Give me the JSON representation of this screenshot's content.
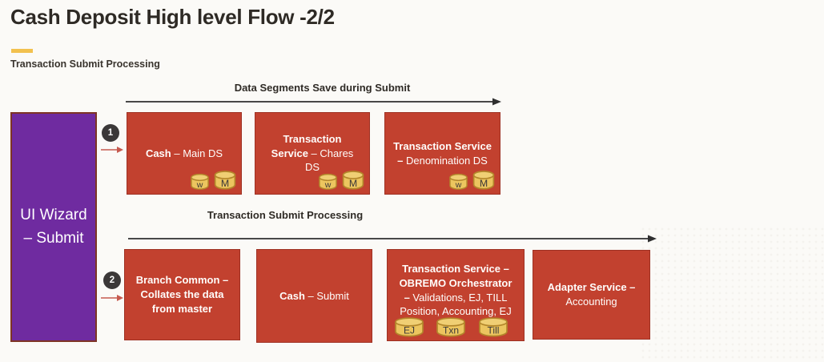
{
  "header": {
    "title": "Cash Deposit High level Flow -2/2",
    "subtitle": "Transaction Submit Processing"
  },
  "sidebar": {
    "ui_wizard_label": "UI Wizard – Submit"
  },
  "flow1": {
    "step_number": "1",
    "header": "Data Segments Save during Submit",
    "boxes": [
      {
        "title": "Cash",
        "rest": " – Main DS",
        "cylinders": [
          "w",
          "M"
        ]
      },
      {
        "title": "Transaction Service",
        "rest": " – Chares DS",
        "cylinders": [
          "w",
          "M"
        ]
      },
      {
        "title": "Transaction Service –",
        "rest": " Denomination  DS",
        "cylinders": [
          "w",
          "M"
        ]
      }
    ]
  },
  "flow2": {
    "step_number": "2",
    "header": "Transaction Submit Processing",
    "boxes": [
      {
        "title": "Branch Common – Collates the data from master",
        "rest": "",
        "cylinders": []
      },
      {
        "title": "Cash",
        "rest": "  – Submit",
        "cylinders": []
      },
      {
        "title": "Transaction Service – OBREMO Orchestrator –",
        "rest": " Validations, EJ, TILL Position, Accounting, EJ",
        "cylinders": [
          "EJ",
          "Txn",
          "Till"
        ]
      },
      {
        "title": "Adapter  Service –",
        "rest": " Accounting",
        "cylinders": []
      }
    ]
  },
  "colors": {
    "background": "#FBFAF7",
    "accent_yellow": "#F2C14E",
    "box_red": "#C2412F",
    "box_red_border": "#9E3123",
    "purple": "#6F2BA0",
    "purple_border": "#7E3425",
    "cylinder_fill": "#ECC55F",
    "cylinder_top": "#F0CF74",
    "cylinder_stroke": "#B3872B",
    "step_circle": "#3B3838",
    "arrow_dark": "#2F2F2F",
    "arrow_red": "#C65A4F",
    "text_dark": "#2E2A25",
    "text_white": "#FFFFFF"
  }
}
